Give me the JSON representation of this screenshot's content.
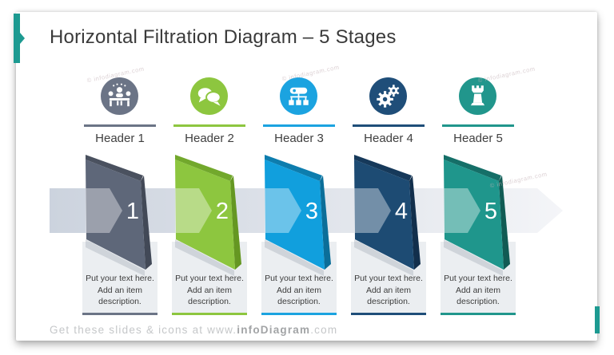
{
  "title": "Horizontal Filtration Diagram – 5 Stages",
  "accent_color": "#1d9a91",
  "watermark": "© infodiagram.com",
  "footer": {
    "prefix": "Get these slides & icons at www.",
    "brand": "infoDiagram",
    "suffix": ".com"
  },
  "band": {
    "from": "#ccd3de",
    "mid": "#dfe3ea",
    "to": "#f4f5f8"
  },
  "stages": [
    {
      "number": "1",
      "header": "Header 1",
      "description": "Put your text here. Add an item description.",
      "color": "#6b7486",
      "face": "#5e6779",
      "bevel_top": "#4a515f",
      "bevel_side": "#424957",
      "icon": "meeting-icon"
    },
    {
      "number": "2",
      "header": "Header 2",
      "description": "Put your text here. Add an item description.",
      "color": "#8dc63f",
      "face": "#8dc63f",
      "bevel_top": "#72a82c",
      "bevel_side": "#659722",
      "icon": "discussion-icon"
    },
    {
      "number": "3",
      "header": "Header 3",
      "description": "Put your text here. Add an item description.",
      "color": "#1ba3e0",
      "face": "#119fdd",
      "bevel_top": "#0d7dae",
      "bevel_side": "#0b6e99",
      "icon": "org-chart-icon"
    },
    {
      "number": "4",
      "header": "Header 4",
      "description": "Put your text here. Add an item description.",
      "color": "#1f4e79",
      "face": "#1d4b73",
      "bevel_top": "#16395a",
      "bevel_side": "#122f4c",
      "icon": "gears-icon"
    },
    {
      "number": "5",
      "header": "Header 5",
      "description": "Put your text here. Add an item description.",
      "color": "#21968c",
      "face": "#1f968c",
      "bevel_top": "#156f68",
      "bevel_side": "#115b54",
      "icon": "chess-rook-icon"
    }
  ]
}
